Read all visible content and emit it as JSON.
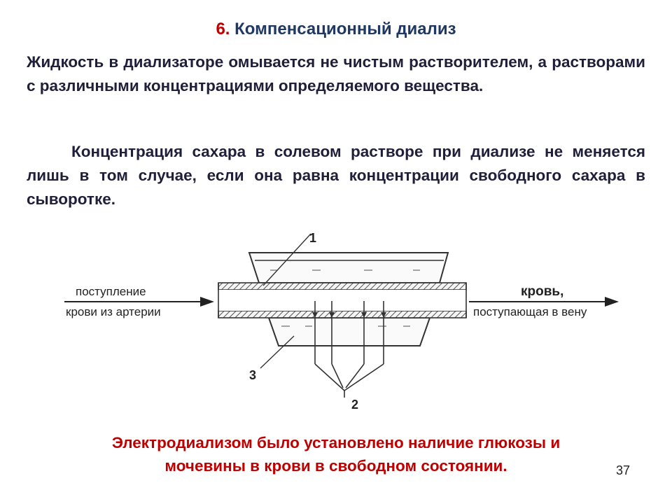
{
  "title": {
    "number": "6.",
    "text": "Компенсационный диализ"
  },
  "paragraph1": "Жидкость в диализаторе омывается не чистым растворителем, а растворами с различными концентрациями определяемого вещества.",
  "paragraph2": "Концентрация сахара в солевом растворе при диализе не меняется лишь в том случае, если она равна концентрации свободного сахара в сыворотке.",
  "diagram": {
    "inflow_label_line1": "поступление",
    "inflow_label_line2": "крови из артерии",
    "outflow_label_line1": "кровь,",
    "outflow_label_line2": "поступающая в вену",
    "callout_1": "1",
    "callout_2": "2",
    "callout_3": "3"
  },
  "footer": {
    "line1": "Электродиализом было установлено наличие глюкозы и",
    "line2": "мочевины в крови в свободном состоянии."
  },
  "page_number": "37"
}
